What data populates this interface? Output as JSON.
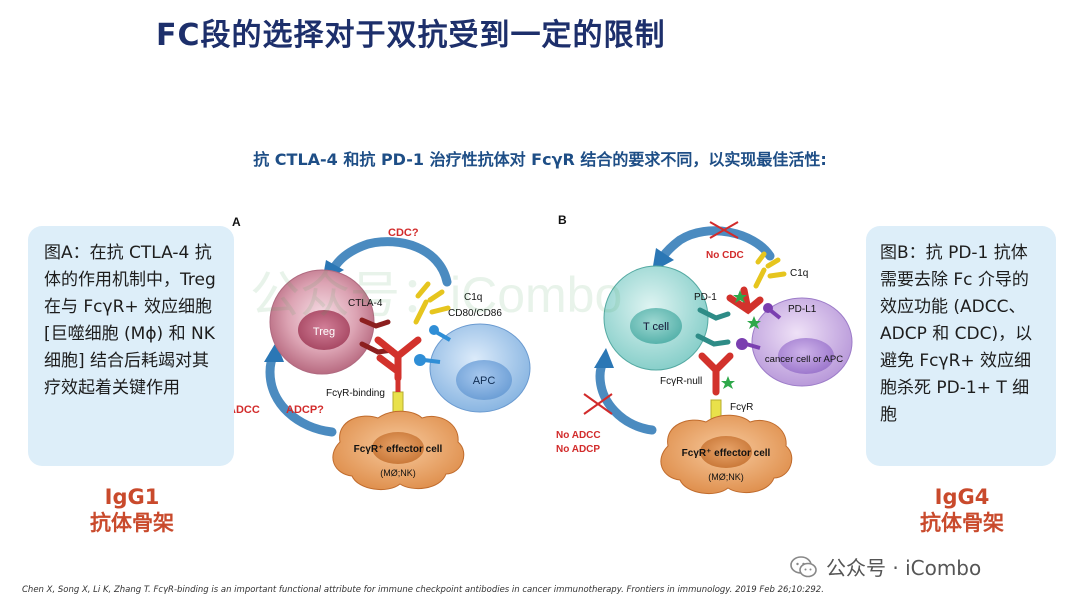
{
  "title": "FC段的选择对于双抗受到一定的限制",
  "subtitle": "抗 CTLA-4 和抗 PD-1 治疗性抗体对 FcγR 结合的要求不同，以实现最佳活性:",
  "left_note": "图A：在抗 CTLA-4 抗体的作用机制中，Treg 在与 FcγR+ 效应细胞 [巨噬细胞 (Mϕ) 和 NK 细胞] 结合后耗竭对其疗效起着关键作用",
  "right_note": "图B：抗 PD-1 抗体需要去除 Fc 介导的效应功能 (ADCC、ADCP 和 CDC)，以避免 FcγR+ 效应细胞杀死 PD-1+ T 细胞",
  "igg1": {
    "line1": "IgG1",
    "line2": "抗体骨架"
  },
  "igg4": {
    "line1": "IgG4",
    "line2": "抗体骨架"
  },
  "panel_a": {
    "letter": "A",
    "cdc": "CDC?",
    "c1q": "C1q",
    "ctla4": "CTLA-4",
    "treg": "Treg",
    "cd80": "CD80/CD86",
    "apc": "APC",
    "binding": "FcγR-binding",
    "adcc": "ADCC",
    "adcp": "ADCP?",
    "effector": "FcγR⁺ effector cell",
    "effector_sub": "(MØ;NK)"
  },
  "panel_b": {
    "letter": "B",
    "no_cdc": "No CDC",
    "c1q": "C1q",
    "pd1": "PD-1",
    "pdl1": "PD-L1",
    "tcell": "T cell",
    "cancer": "cancer cell or APC",
    "null": "FcγR-null",
    "fcgr": "FcγR",
    "no_adcc": "No ADCC",
    "no_adcp": "No ADCP",
    "effector": "FcγR⁺ effector cell",
    "effector_sub": "(MØ;NK)"
  },
  "watermark": "公众号：iCombo",
  "citation": "Chen X, Song X, Li K, Zhang T. FcγR-binding is an important functional attribute for immune checkpoint antibodies in cancer immunotherapy. Frontiers in immunology. 2019 Feb 26;10:292.",
  "wechat_label": "公众号 · iCombo",
  "colors": {
    "title": "#1d2f6b",
    "subtitle": "#1e4e86",
    "igg": "#c94a2c",
    "note_bg": "#ddeef9"
  }
}
